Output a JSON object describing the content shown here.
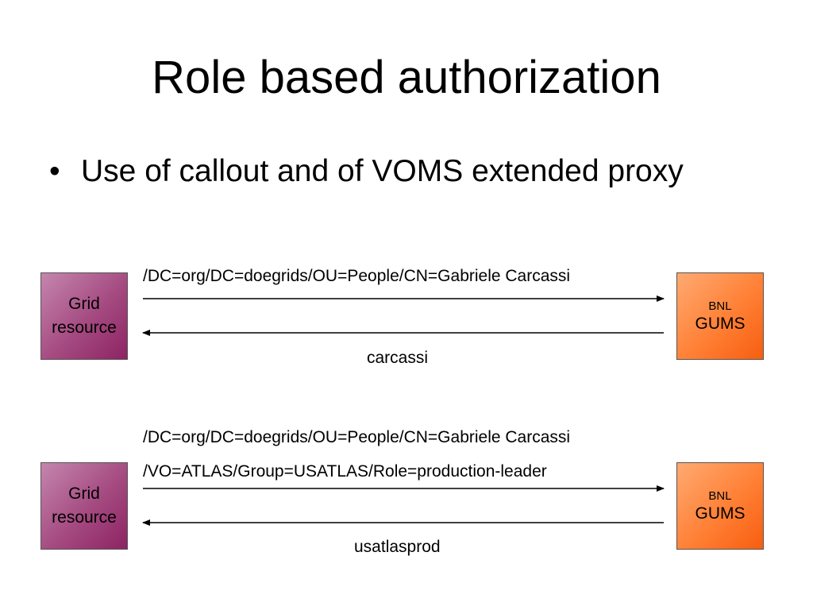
{
  "slide": {
    "title": "Role based authorization",
    "bullet_marker": "•",
    "bullet_text": "Use of callout and of VOMS extended proxy"
  },
  "colors": {
    "grid_box": "#a54a81",
    "gums_box": "#ff8035",
    "arrow": "#000000"
  },
  "diagram1": {
    "request_label": "/DC=org/DC=doegrids/OU=People/CN=Gabriele Carcassi",
    "response_label": "carcassi",
    "grid_box": {
      "line1": "Grid",
      "line2": "resource"
    },
    "gums_box": {
      "line1": "BNL",
      "line2": "GUMS"
    }
  },
  "diagram2": {
    "request_label_1": "/DC=org/DC=doegrids/OU=People/CN=Gabriele Carcassi",
    "request_label_2": "/VO=ATLAS/Group=USATLAS/Role=production-leader",
    "response_label": "usatlasprod",
    "grid_box": {
      "line1": "Grid",
      "line2": "resource"
    },
    "gums_box": {
      "line1": "BNL",
      "line2": "GUMS"
    }
  }
}
